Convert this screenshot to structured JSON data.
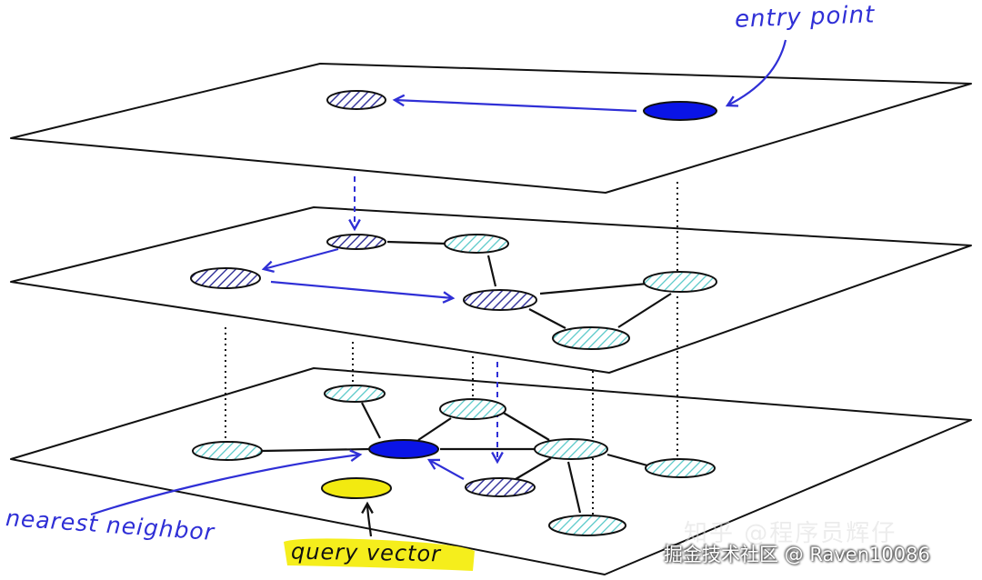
{
  "labels": {
    "entry_point": "entry point",
    "nearest_neighbor": "nearest neighbor",
    "query_vector": "query vector",
    "watermark_zhihu": "知乎 @程序员辉仔",
    "watermark_juejin": "掘金技术社区 @ Raven10086"
  },
  "colors": {
    "line": "#111111",
    "route_arrow": "#2f2fd6",
    "active_node": "#0a14e6",
    "visited_node_hatch": "#3a3a9e",
    "neighbor_node_hatch": "#55c8c8",
    "query_node": "#f2ea10",
    "query_highlight": "#f5ee1c",
    "watermark_zhihu": "#dddddd",
    "watermark_juejin": "#ffffff",
    "watermark_shadow": "#222222"
  },
  "layers": [
    "top-layer",
    "middle-layer",
    "bottom-layer"
  ]
}
